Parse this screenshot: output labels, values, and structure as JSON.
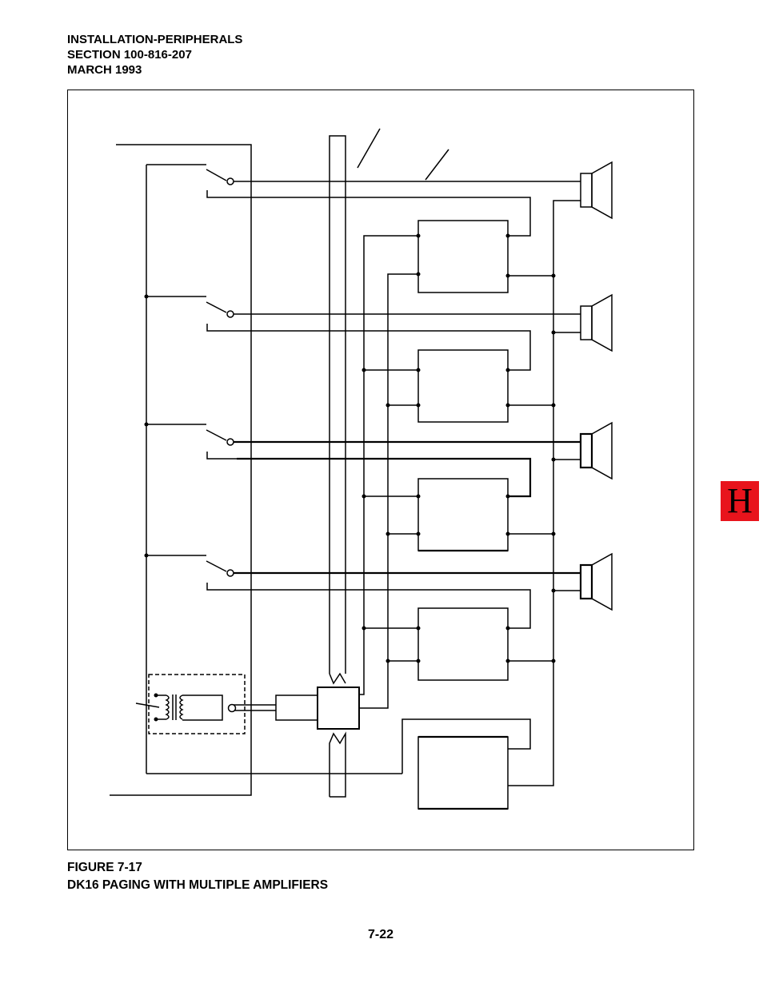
{
  "header": {
    "line1": "INSTALLATION-PERIPHERALS",
    "line2": "SECTION 100-816-207",
    "line3": "MARCH 1993"
  },
  "figure": {
    "number": "FIGURE 7-17",
    "title": "DK16 PAGING WITH MULTIPLE AMPLIFIERS"
  },
  "page_number": "7-22",
  "section_tab": {
    "letter": "H",
    "color": "#e8141c"
  },
  "diagram": {
    "speaker_count": 4,
    "amplifier_count": 5,
    "relay_count": 4
  }
}
